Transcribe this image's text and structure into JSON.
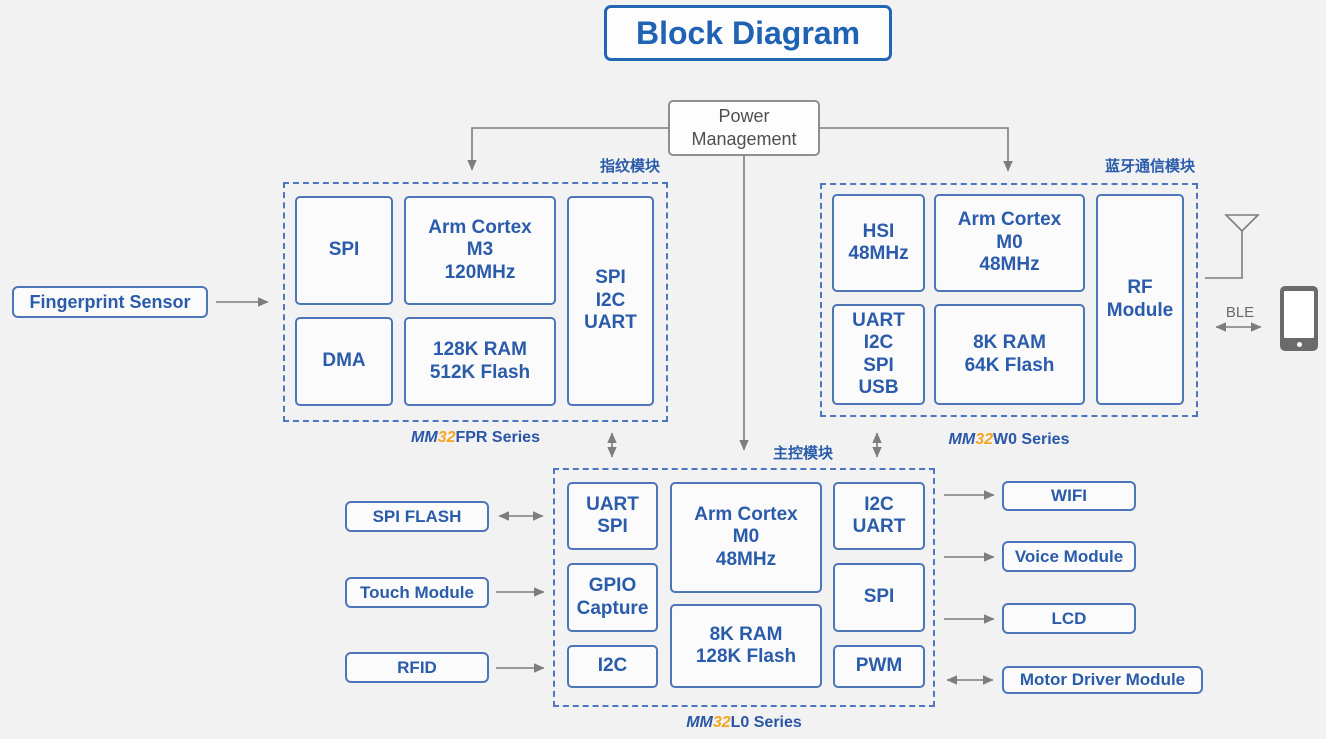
{
  "title": "Block Diagram",
  "power_box": {
    "label": "Power\nManagement"
  },
  "modules": {
    "fingerprint": {
      "cn_label": "指纹模块",
      "series": {
        "prefix": "MM",
        "number": "32",
        "suffix": "FPR Series"
      },
      "blocks": {
        "spi": "SPI",
        "cpu": "Arm Cortex\nM3\n120MHz",
        "dma": "DMA",
        "memory": "128K RAM\n512K Flash",
        "peripherals": "SPI\nI2C\nUART"
      }
    },
    "bluetooth": {
      "cn_label": "蓝牙通信模块",
      "series": {
        "prefix": "MM",
        "number": "32",
        "suffix": "W0 Series"
      },
      "blocks": {
        "hsi": "HSI\n48MHz",
        "cpu": "Arm Cortex\nM0\n48MHz",
        "peripherals": "UART\nI2C\nSPI\nUSB",
        "memory": "8K RAM\n64K Flash",
        "rf": "RF\nModule"
      }
    },
    "main": {
      "cn_label": "主控模块",
      "series": {
        "prefix": "MM",
        "number": "32",
        "suffix": "L0 Series"
      },
      "blocks": {
        "uart_spi": "UART\nSPI",
        "gpio_capture": "GPIO\nCapture",
        "i2c": "I2C",
        "cpu": "Arm Cortex\nM0\n48MHz",
        "memory": "8K RAM\n128K Flash",
        "i2c_uart": "I2C\nUART",
        "spi": "SPI",
        "pwm": "PWM"
      }
    }
  },
  "peripherals": {
    "fingerprint_sensor": "Fingerprint Sensor",
    "spi_flash": "SPI FLASH",
    "touch_module": "Touch Module",
    "rfid": "RFID",
    "wifi": "WIFI",
    "voice_module": "Voice Module",
    "lcd": "LCD",
    "motor_driver": "Motor Driver Module"
  },
  "connection": {
    "ble_label": "BLE"
  },
  "icons": {
    "antenna": "antenna-icon",
    "smartphone": "smartphone-icon"
  },
  "colors": {
    "accent_blue": "#2a5cab",
    "border_blue": "#4c75ba",
    "dashed_blue": "#4d76c2",
    "title_blue": "#2063b5",
    "series_orange": "#f5a623",
    "wire_gray": "#7d7d7d",
    "background": "#f2f2f2"
  }
}
